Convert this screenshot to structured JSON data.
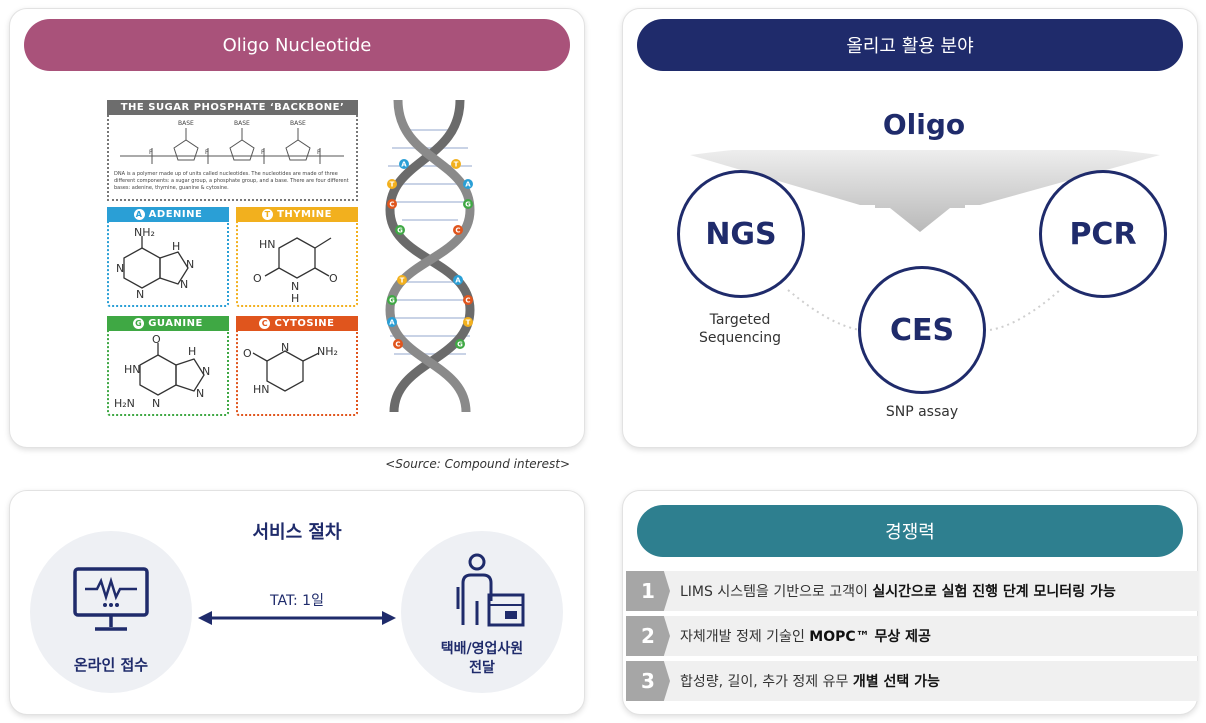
{
  "oligo_panel": {
    "title": "Oligo Nucleotide",
    "backbone_header": "THE SUGAR PHOSPHATE ‘BACKBONE’",
    "base_label": "BASE",
    "backbone_note": "DNA is a polymer made up of units called nucleotides. The nucleotides are made of three different components: a sugar group, a phosphate group, and a base. There are four different bases: adenine, thymine, guanine & cytosine.",
    "bases": [
      {
        "letter": "A",
        "name": "ADENINE",
        "color": "#2a9fd6"
      },
      {
        "letter": "T",
        "name": "THYMINE",
        "color": "#f2b01e"
      },
      {
        "letter": "G",
        "name": "GUANINE",
        "color": "#3fa844"
      },
      {
        "letter": "C",
        "name": "CYTOSINE",
        "color": "#e0551d"
      }
    ],
    "source": "<Source: Compound interest>"
  },
  "application_panel": {
    "title": "올리고 활용 분야",
    "center_label": "Oligo",
    "circles": [
      {
        "label": "NGS",
        "caption": "Targeted\nSequencing"
      },
      {
        "label": "CES",
        "caption": "SNP assay"
      },
      {
        "label": "PCR",
        "caption": ""
      }
    ]
  },
  "service_panel": {
    "title": "서비스 절차",
    "step_online": "온라인 접수",
    "tat_label": "TAT: 1일",
    "step_delivery": "택배/영업사원\n전달",
    "icons": [
      "monitor-icon",
      "delivery-person-icon"
    ]
  },
  "competitiveness_panel": {
    "title": "경쟁력",
    "rows": [
      {
        "num": "1",
        "plain": "LIMS 시스템을 기반으로 고객이 ",
        "bold": "실시간으로 실험 진행 단계 모니터링 가능"
      },
      {
        "num": "2",
        "plain": "자체개발 정제 기술인 ",
        "bold": "MOPC™ 무상 제공"
      },
      {
        "num": "3",
        "plain": "합성량, 길이, 추가 정제 유무 ",
        "bold": "개별 선택 가능"
      }
    ]
  },
  "colors": {
    "magenta_header": "#a9527a",
    "navy_header": "#1f2b6b",
    "teal_header": "#2e7f8f",
    "service_text": "#1f2b6b"
  }
}
